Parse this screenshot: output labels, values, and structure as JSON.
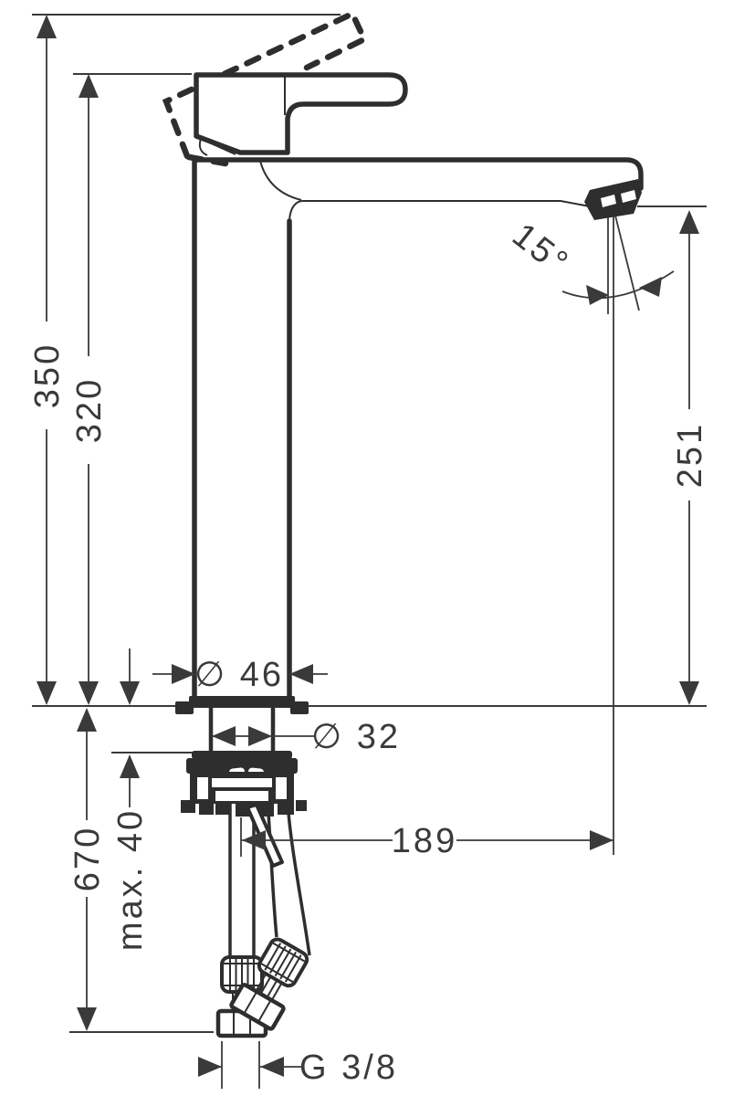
{
  "colors": {
    "ink": "#2e2e2e",
    "dim": "#3a3a3a",
    "background": "#ffffff"
  },
  "labels": {
    "height_total": "350",
    "height_to_top_of_body": "320",
    "spout_outlet_height": "251",
    "spray_angle": "15°",
    "body_diameter": "∅ 46",
    "shaft_diameter": "∅ 32",
    "hose_length": "670",
    "max_counter_thickness": "max. 40",
    "spout_reach": "189",
    "connection_thread": "G 3/8"
  }
}
